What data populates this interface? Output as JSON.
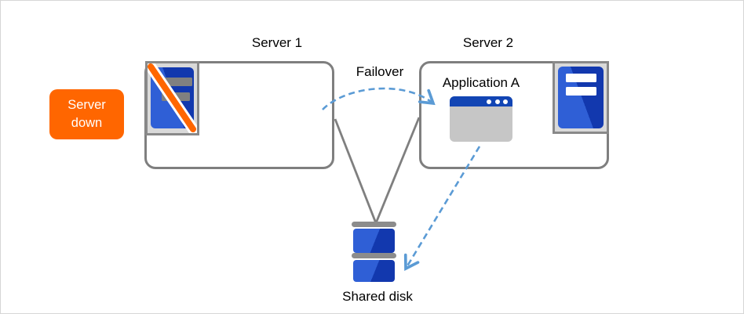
{
  "status_badge": {
    "line1": "Server",
    "line2": "down"
  },
  "server1": {
    "label": "Server 1"
  },
  "server2": {
    "label": "Server 2"
  },
  "failover": {
    "label": "Failover"
  },
  "application": {
    "label": "Application A"
  },
  "shared_disk": {
    "label": "Shared disk"
  },
  "icons": {
    "server1": "failed-server-tower-icon",
    "server2": "server-tower-icon",
    "application": "application-window-icon",
    "shared_disk": "disk-stack-icon",
    "failover_arrow": "dashed-curved-arrow",
    "disk_access_arrow": "dashed-straight-arrow"
  },
  "colors": {
    "alert_orange": "#FF6600",
    "arrow_blue": "#5B9BD5",
    "icon_blue_light": "#2F5FD6",
    "icon_blue_dark": "#1238AE",
    "line_gray": "#7F7F7F",
    "frame_gray": "#D9D9D9"
  }
}
